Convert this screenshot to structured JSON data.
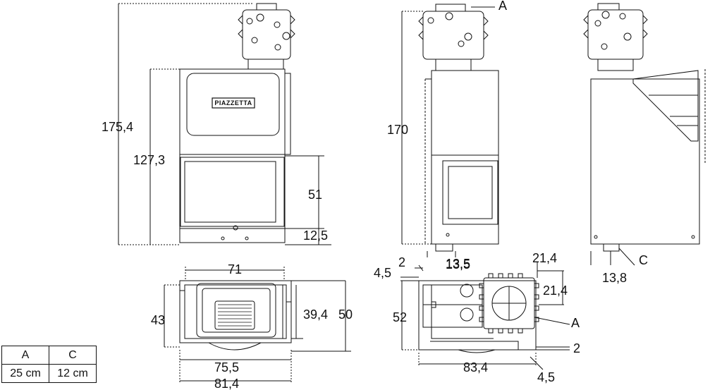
{
  "logo": {
    "brand": "PIAZZETTA"
  },
  "front_view": {
    "overall_height": "175,4",
    "body_height": "127,3",
    "glass_height": "51",
    "base_height": "12,5"
  },
  "side_view": {
    "height": "170",
    "duct_label": "A",
    "bottom_offset": "13,5"
  },
  "rear_view": {
    "duct_label": "C",
    "bottom_offset": "13,8"
  },
  "top_view_left": {
    "inner_width": "71",
    "depth": "43",
    "inner_depth": "39,4",
    "outer_depth": "50",
    "width_mid": "75,5",
    "overall_width": "81,4"
  },
  "top_view_right": {
    "offset_left": "2",
    "offset_top": "4,5",
    "offset_mid": "13,5",
    "collar_x": "21,4",
    "collar_y": "21,4",
    "depth": "52",
    "duct_label": "A",
    "width": "83,4",
    "offset_right": "2",
    "offset_bottom": "4,5"
  },
  "legend": {
    "headers": [
      "A",
      "C"
    ],
    "values": [
      "25 cm",
      "12 cm"
    ]
  }
}
